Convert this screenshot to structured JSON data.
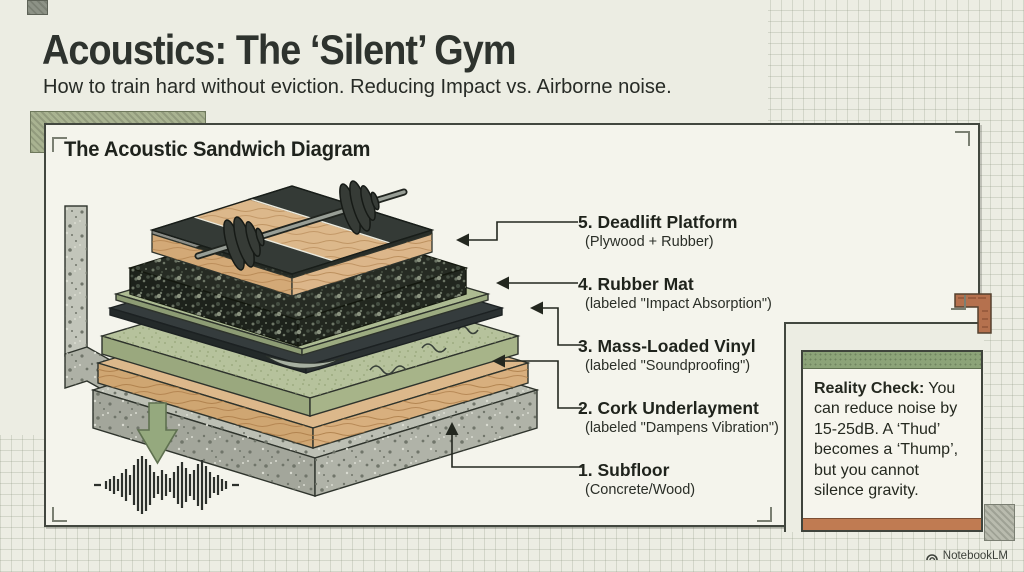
{
  "header": {
    "title": "Acoustics: The ‘Silent’ Gym",
    "subtitle": "How to train hard without eviction. Reducing Impact vs. Airborne noise."
  },
  "panel": {
    "heading": "The Acoustic Sandwich Diagram"
  },
  "layers": [
    {
      "title": "5. Deadlift Platform",
      "sub": "(Plywood + Rubber)"
    },
    {
      "title": "4. Rubber Mat",
      "sub": "(labeled \"Impact Absorption\")"
    },
    {
      "title": "3. Mass-Loaded Vinyl",
      "sub": "(labeled \"Soundproofing\")"
    },
    {
      "title": "2. Cork Underlayment",
      "sub": "(labeled \"Dampens Vibration\")"
    },
    {
      "title": "1. Subfloor",
      "sub": "(Concrete/Wood)"
    }
  ],
  "callout": {
    "title": "Reality Check:",
    "body": "You can reduce noise by 15-25dB. A ‘Thud’ becomes a ‘Thump’, but you cannot silence gravity."
  },
  "watermark": {
    "label": "NotebookLM"
  },
  "icons": {
    "soundwave": "soundwave-waveform",
    "impact_arrow": "down-arrow",
    "barbell": "barbell-on-platform",
    "logo": "notebooklm-logo"
  },
  "colors": {
    "background": "#ecede3",
    "panel": "#f4f4ec",
    "ink": "#23271f",
    "sage_green": "#8ca378",
    "terracotta": "#c07b52",
    "wood": "#dcb88b",
    "rubber_black": "#23281f",
    "cork_green": "#b3c098",
    "concrete_gray": "#b9bcb1"
  }
}
